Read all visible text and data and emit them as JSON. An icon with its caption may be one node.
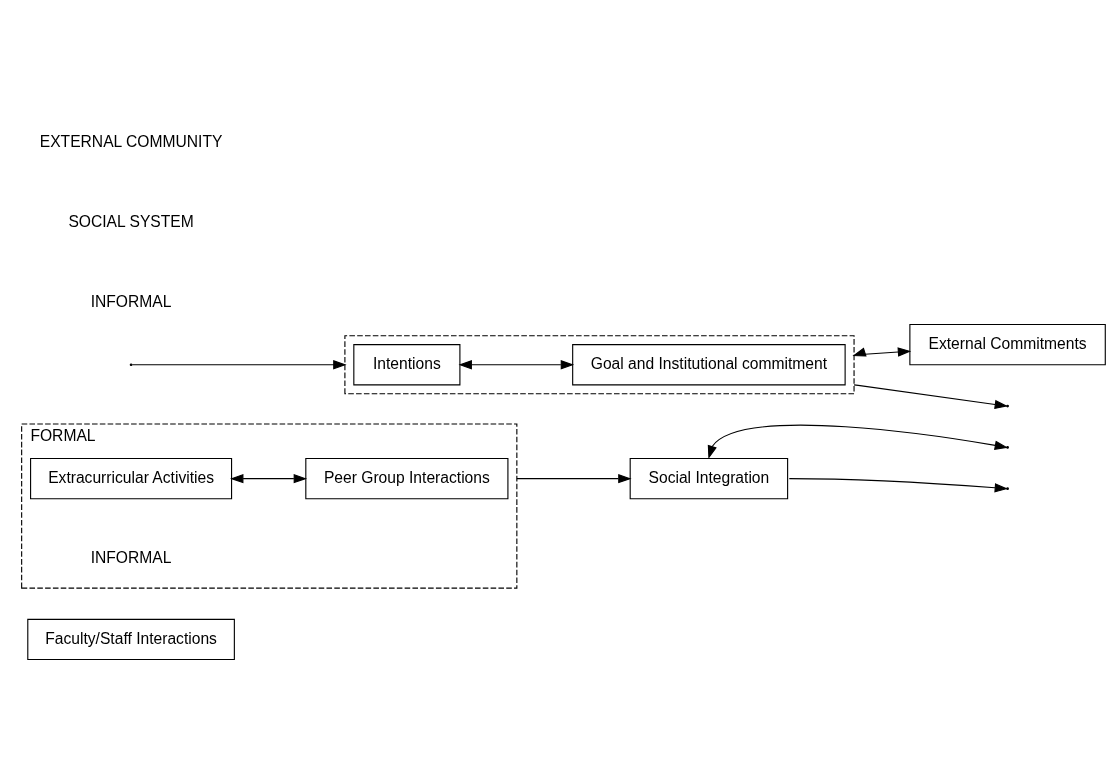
{
  "diagram": {
    "nodes": [
      {
        "text": [
          "Faculty/Staff Interactions"
        ]
      },
      {
        "text": [
          "FORMAL",
          "INFORMAL"
        ]
      },
      {
        "text": [
          "Extracurricular Activities"
        ],
        "in": 1
      },
      {
        "text": [
          "Peer Group Interactions"
        ],
        "in": 1
      },
      {
        "text": [
          "Social Integration"
        ]
      },
      {
        "text": [],
        "shape": "box"
      },
      {
        "text": [
          "Intentions"
        ],
        "in": 5
      },
      {
        "text": [
          "Goal and Institutional commitment"
        ],
        "in": 5
      },
      {
        "text": [
          "External Commitments"
        ]
      }
    ],
    "edges": [
      {
        "from": 2,
        "to": 3,
        "arrow": "both"
      },
      {
        "from": 1,
        "to": 4,
        "arrow": "to"
      },
      {
        "from": 4,
        "to": null,
        "arrow": "both"
      },
      {
        "from": 4,
        "to": null,
        "arrow": "to"
      },
      {
        "from": null,
        "to": 5,
        "arrow": "to"
      },
      {
        "from": 6,
        "to": 7,
        "arrow": "both"
      },
      {
        "from": 5,
        "to": 8,
        "arrow": "both"
      },
      {
        "from": 5,
        "to": null,
        "arrow": "to"
      }
    ],
    "labels": [
      "INFORMAL",
      "SOCIAL SYSTEM",
      "EXTERNAL COMMUNITY"
    ]
  }
}
